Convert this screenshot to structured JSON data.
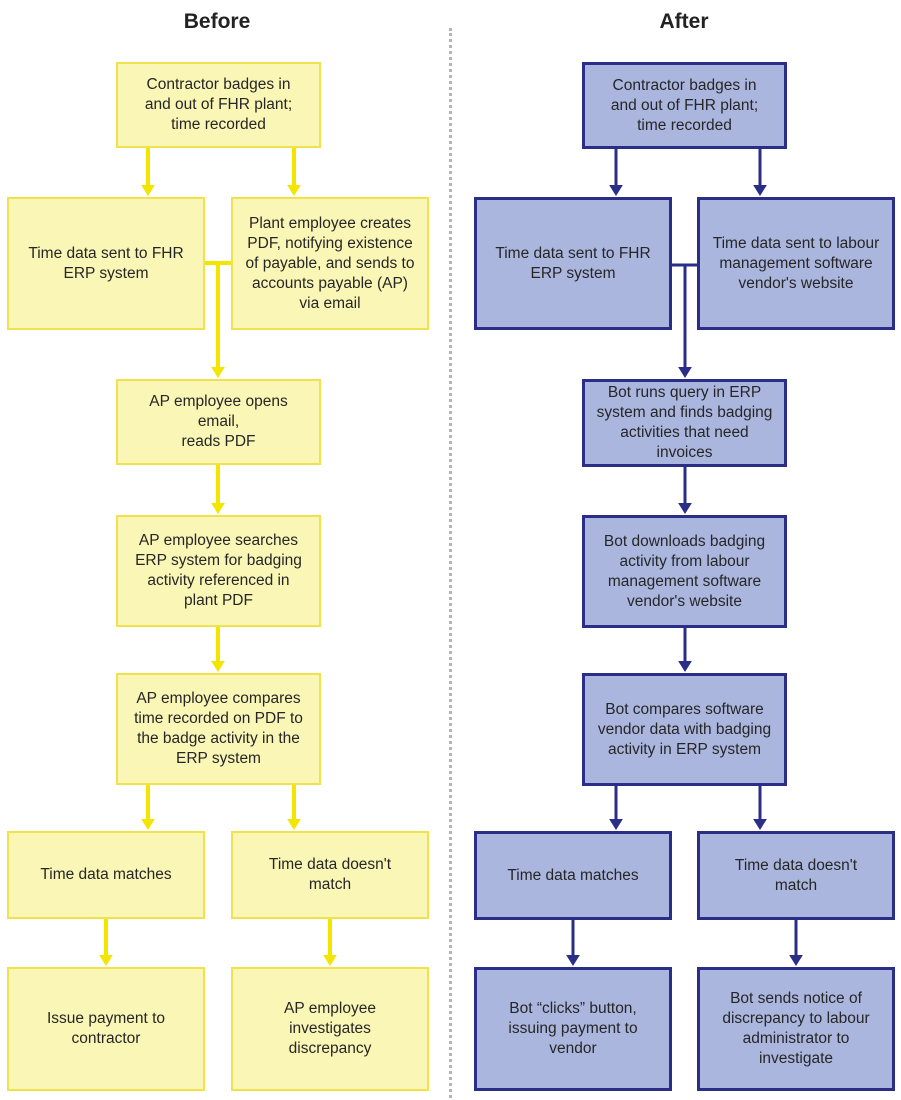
{
  "titles": {
    "before": "Before",
    "after": "After"
  },
  "colors": {
    "before_fill": "#faf6b6",
    "before_border": "#efe24c",
    "before_arrow": "#f2e500",
    "after_fill": "#abb6df",
    "after_border": "#2b2e86",
    "after_arrow": "#2b2e86",
    "divider": "#b5b5b5"
  },
  "before": {
    "badge": "Contractor badges in\nand out of FHR plant;\ntime recorded",
    "erp": "Time data sent to FHR\nERP system",
    "pdf": "Plant employee creates\nPDF, notifying existence\nof payable, and sends to\naccounts payable (AP)\nvia email",
    "open": "AP employee opens\nemail,\nreads PDF",
    "search": "AP employee searches\nERP system for badging\nactivity referenced in\nplant PDF",
    "compare": "AP employee compares\ntime recorded on PDF to\nthe badge activity in the\nERP system",
    "match": "Time data matches",
    "nomatch": "Time data doesn't\nmatch",
    "pay": "Issue payment to\ncontractor",
    "investigate": "AP employee investigates\ndiscrepancy"
  },
  "after": {
    "badge": "Contractor badges in\nand out of FHR plant;\ntime recorded",
    "erp": "Time data sent to FHR\nERP system",
    "vendor": "Time data sent to labour\nmanagement software\nvendor's website",
    "query": "Bot runs query in ERP\nsystem and finds badging\nactivities that need invoices",
    "download": "Bot downloads badging\nactivity from labour\nmanagement software\nvendor's website",
    "compare": "Bot compares software\nvendor data with badging\nactivity in ERP system",
    "match": "Time data matches",
    "nomatch": "Time data doesn't\nmatch",
    "pay": "Bot “clicks” button,\nissuing payment to\nvendor",
    "notice": "Bot sends notice of\ndiscrepancy to labour\nadministrator to\ninvestigate"
  }
}
